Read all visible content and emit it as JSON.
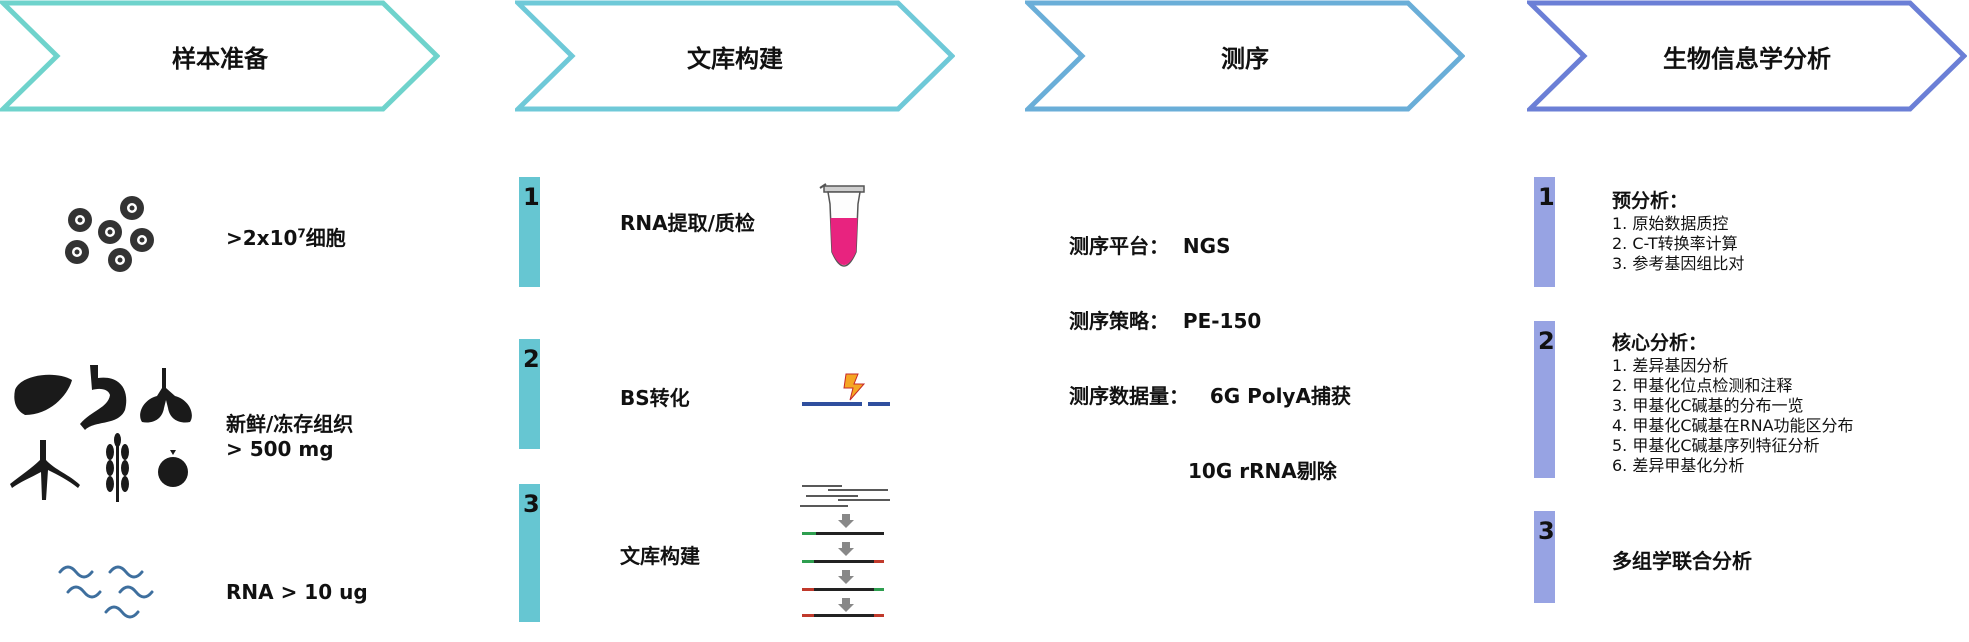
{
  "header": {
    "steps": [
      {
        "label": "样本准备"
      },
      {
        "label": "文库构建"
      },
      {
        "label": "测序"
      },
      {
        "label": "生物信息学分析"
      }
    ]
  },
  "sample": {
    "cells": {
      "prefix": ">2x10",
      "exp": "7",
      "suffix": "细胞"
    },
    "tissue": {
      "line1": "新鲜/冻存组织",
      "line2": "> 500 mg"
    },
    "rna": "RNA  > 10 ug"
  },
  "library": {
    "steps": [
      {
        "num": "1",
        "label": "RNA提取/质检"
      },
      {
        "num": "2",
        "label": "BS转化"
      },
      {
        "num": "3",
        "label": "文库构建"
      }
    ]
  },
  "sequencing": {
    "lines": [
      "测序平台：  NGS",
      "测序策略：  PE-150",
      "测序数据量：   6G PolyA捕获",
      "10G rRNA剔除"
    ]
  },
  "bioinfo": {
    "steps": [
      {
        "num": "1",
        "title": "预分析：",
        "items": [
          "1. 原始数据质控",
          "2. C-T转换率计算",
          "3. 参考基因组比对"
        ]
      },
      {
        "num": "2",
        "title": "核心分析：",
        "items": [
          "1. 差异基因分析",
          "2. 甲基化位点检测和注释",
          "3. 甲基化C碱基的分布一览",
          "4. 甲基化C碱基在RNA功能区分布",
          "5. 甲基化C碱基序列特征分析",
          "6. 差异甲基化分析"
        ]
      },
      {
        "num": "3",
        "title": "多组学联合分析",
        "items": []
      }
    ]
  },
  "colors": {
    "chevron1": "#6fd3cc",
    "chevron2": "#6fc9d8",
    "chevron3": "#6aaed8",
    "chevron4": "#6b7fd6",
    "tealBar": "#66c6d2",
    "purpleBar": "#97a3e3",
    "tube": "#e8237f",
    "waves": "#3e6f9e"
  }
}
